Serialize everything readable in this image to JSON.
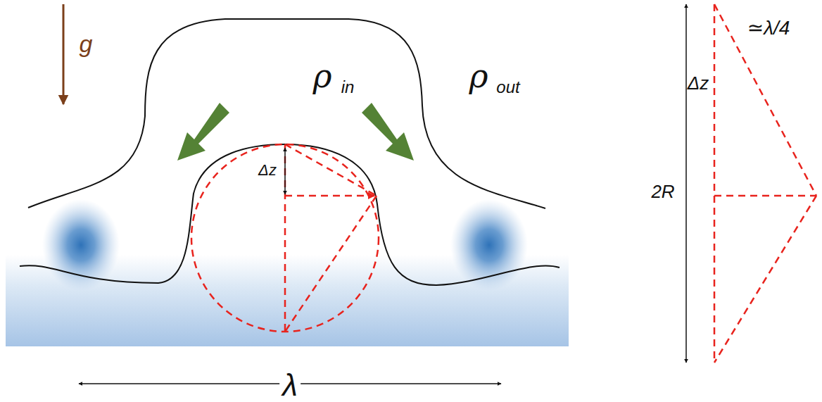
{
  "diagram": {
    "labels": [
      "g",
      "ρ",
      "in",
      "ρ",
      "out",
      "Δz",
      "λ",
      "2R",
      "Δz",
      "≃λ/4"
    ]
  }
}
